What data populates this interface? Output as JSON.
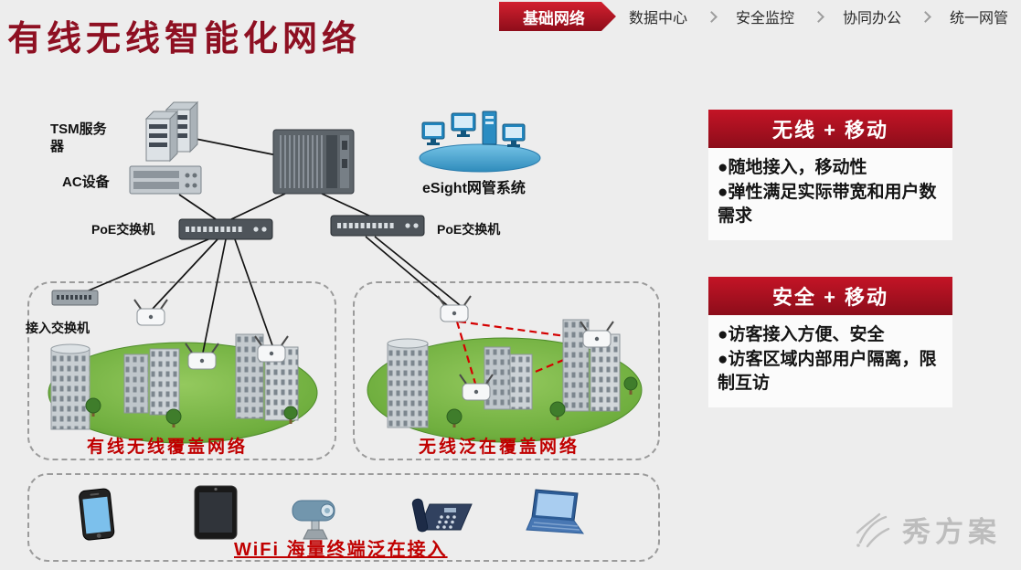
{
  "nav": {
    "items": [
      {
        "label": "基础网络",
        "active": true
      },
      {
        "label": "数据中心",
        "active": false
      },
      {
        "label": "安全监控",
        "active": false
      },
      {
        "label": "协同办公",
        "active": false
      },
      {
        "label": "统一网管",
        "active": false
      }
    ]
  },
  "title": "有线无线智能化网络",
  "diagram": {
    "tsm_label": "TSM服务器",
    "ac_label": "AC设备",
    "esight_label": "eSight网管系统",
    "poe_left_label": "PoE交换机",
    "poe_right_label": "PoE交换机",
    "access_switch_label": "接入交换机",
    "zone_left_label": "有线无线覆盖网络",
    "zone_right_label": "无线泛在覆盖网络",
    "terminals_label": "WiFi 海量终端泛在接入"
  },
  "panels": [
    {
      "title": "无线 + 移动",
      "bullets": [
        "●随地接入，移动性",
        "●弹性满足实际带宽和用户数需求"
      ]
    },
    {
      "title": "安全 + 移动",
      "bullets": [
        "●访客接入方便、安全",
        "●访客区域内部用户隔离，限制互访"
      ]
    }
  ],
  "watermark": "秀方案",
  "icons": [
    "tsm-server-icon",
    "ac-device-icon",
    "core-switch-icon",
    "esight-cluster-icon",
    "poe-switch-icon",
    "access-switch-icon",
    "wireless-ap-icon",
    "building-icon",
    "tree-icon",
    "smartphone-icon",
    "tablet-icon",
    "ptz-camera-icon",
    "desk-phone-icon",
    "laptop-icon",
    "chevron-separator-icon",
    "watermark-logo-icon"
  ],
  "colors": {
    "title_red": "#8e1022",
    "nav_active_red": "#b00e1e",
    "label_red": "#c00000",
    "panel_header_red": "#a8101f",
    "zone_green": "#6fae3e",
    "esight_blue": "#2e9fd4",
    "background": "#ededed"
  }
}
